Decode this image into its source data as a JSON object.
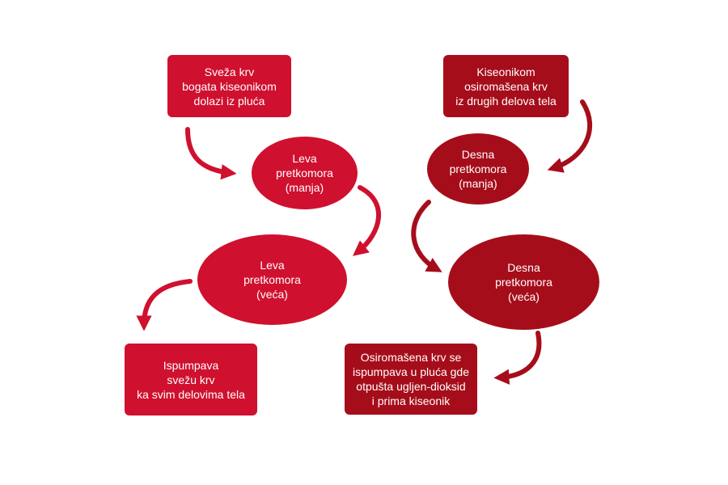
{
  "colors": {
    "left_side": "#d0102f",
    "right_side": "#a60d1a"
  },
  "left": {
    "source_box": "Sveža krv\nbogata kiseonikom\ndolazi iz pluća",
    "small_ellipse": "Leva\npretkomora\n(manja)",
    "large_ellipse": "Leva\npretkomora\n(veća)",
    "output_box": "Ispumpava\nsvežu krv\nka svim delovima tela"
  },
  "right": {
    "source_box": "Kiseonikom\nosiromašena krv\niz drugih delova tela",
    "small_ellipse": "Desna\npretkomora\n(manja)",
    "large_ellipse": "Desna\npretkomora\n(veća)",
    "output_box": "Osiromašena krv se\nispumpava u pluća gde\notpušta ugljen-dioksid\ni prima kiseonik"
  }
}
